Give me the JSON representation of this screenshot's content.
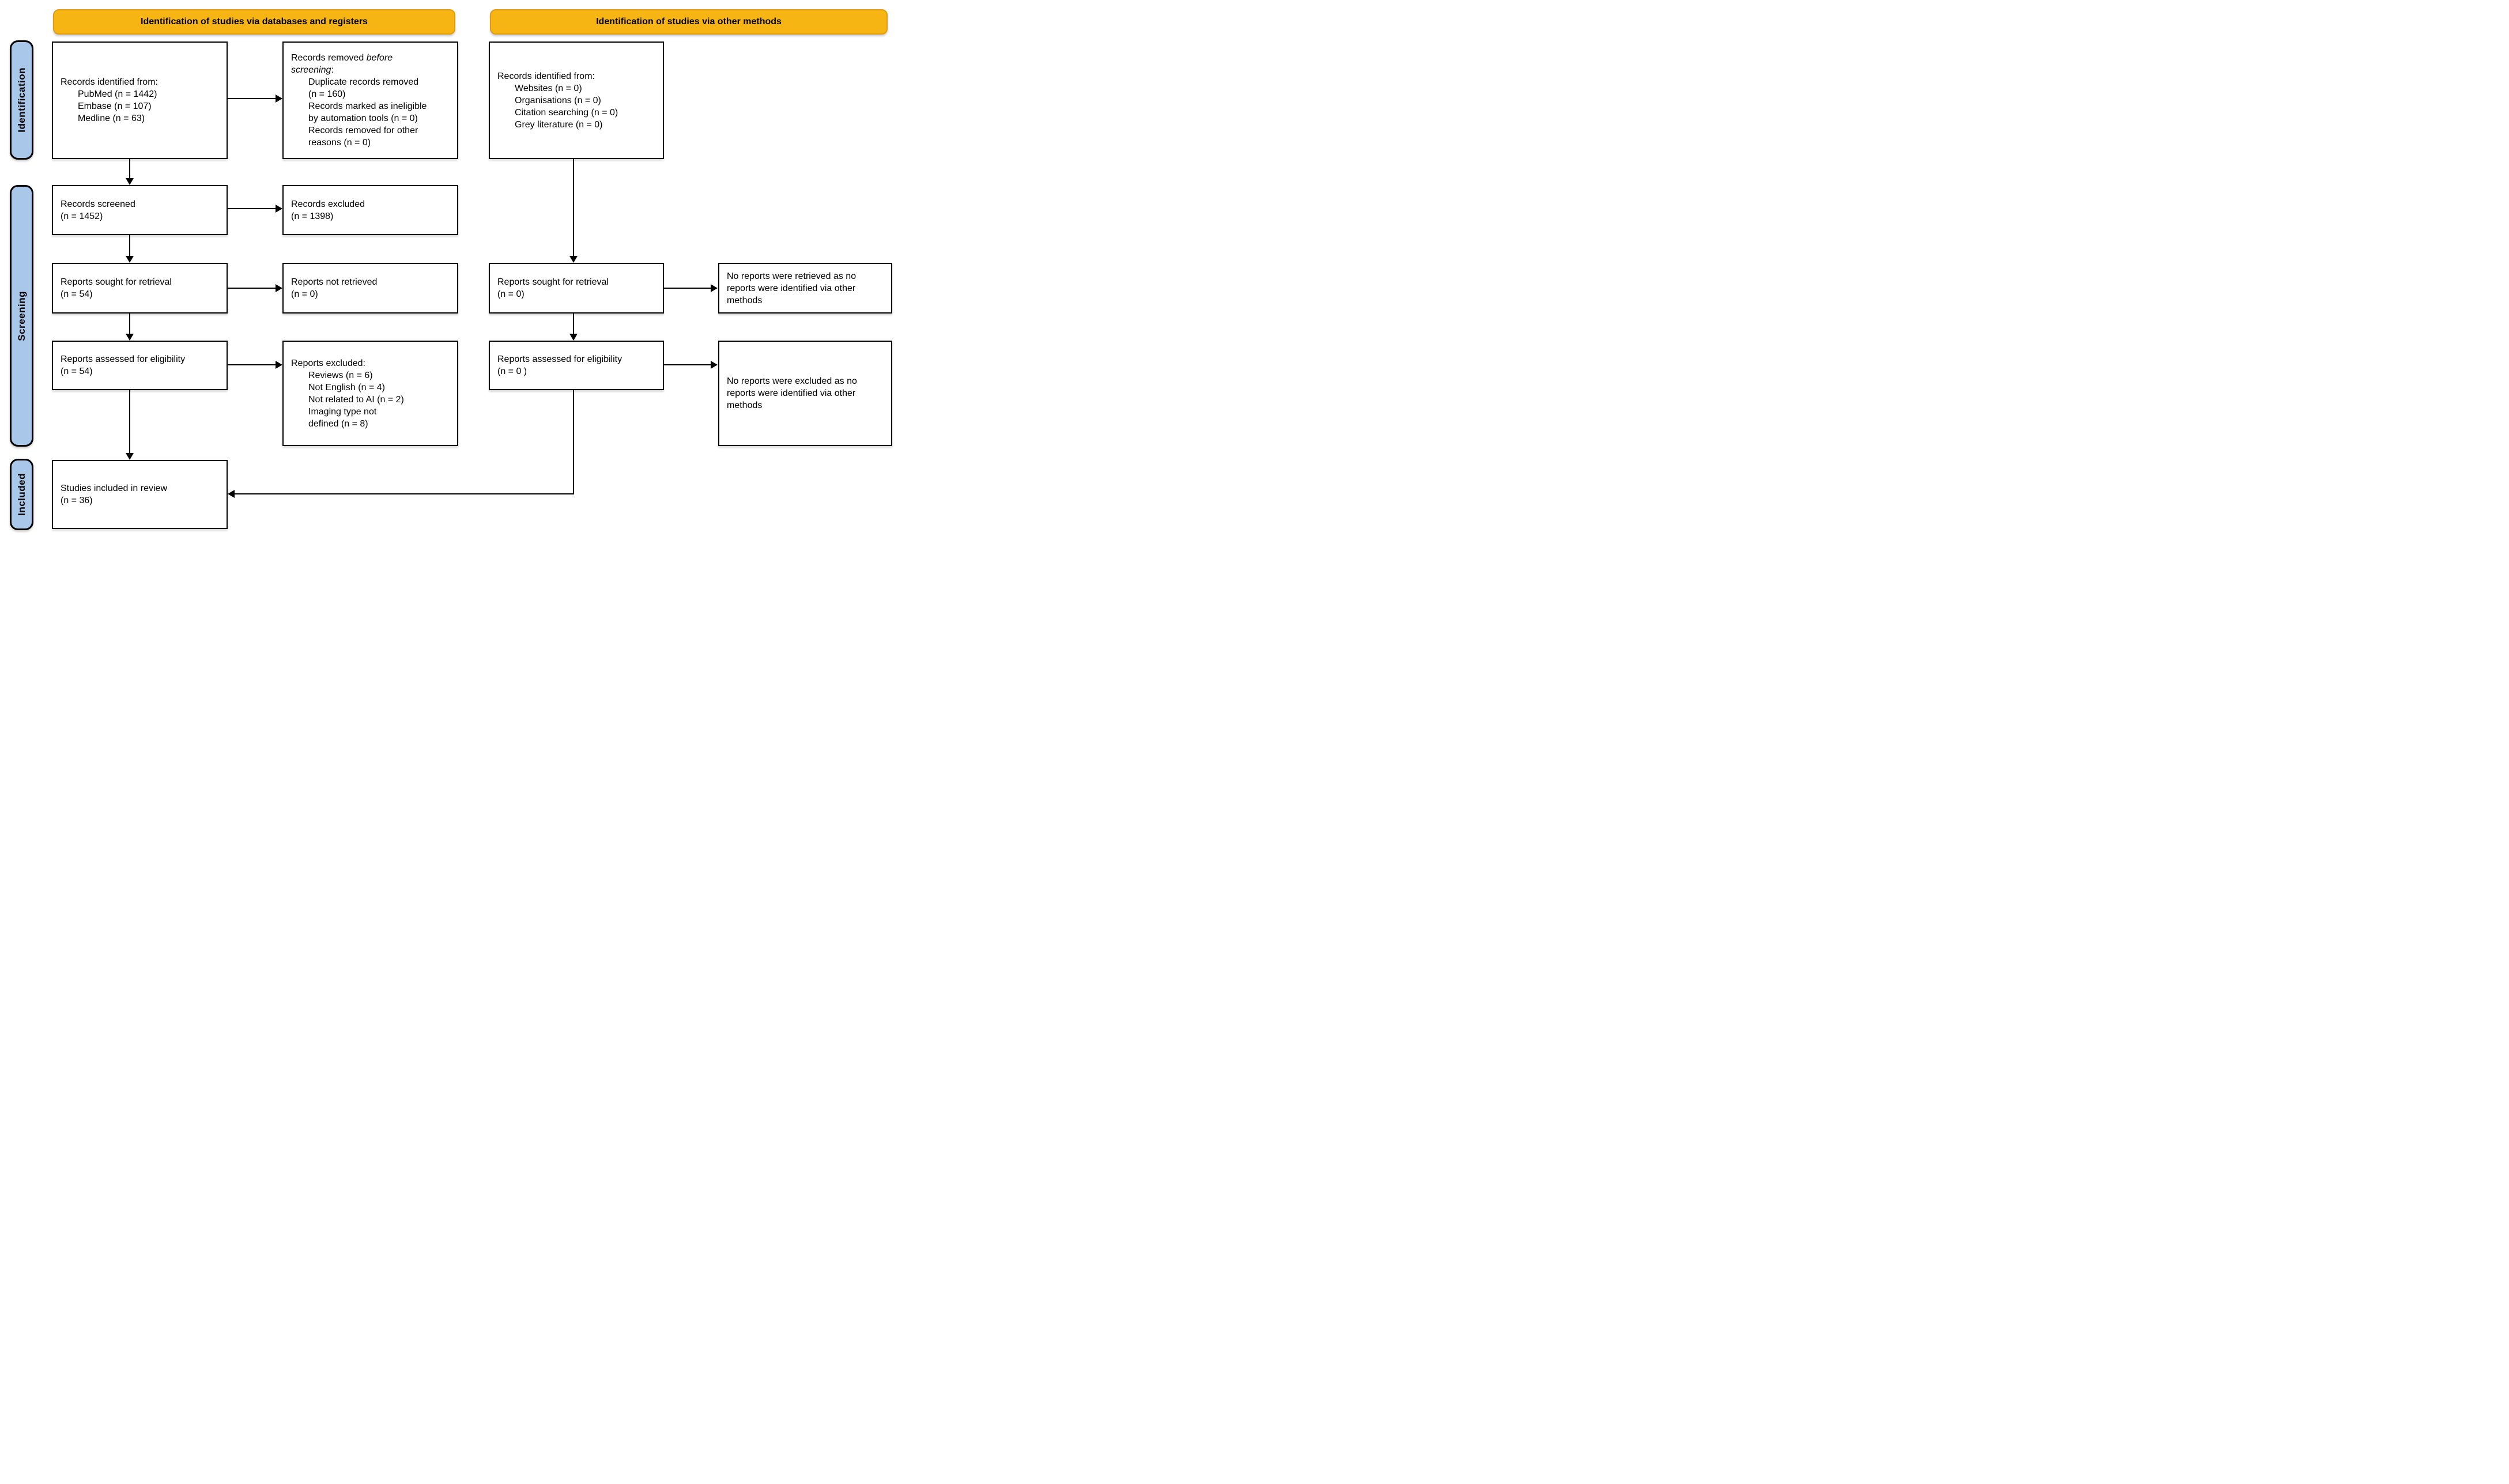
{
  "headers": {
    "databases": "Identification of studies via databases and registers",
    "other": "Identification of studies via other methods"
  },
  "stages": {
    "identification": "Identification",
    "screening": "Screening",
    "included": "Included"
  },
  "colors": {
    "header_fill": "#F7B514",
    "header_border": "#E09C10",
    "stage_fill": "#A9C7E8",
    "box_border": "#000000",
    "arrow": "#000000"
  },
  "boxes": {
    "records_identified_databases": {
      "lines": [
        {
          "indent": false,
          "parts": [
            {
              "text": "Records identified from:"
            }
          ]
        },
        {
          "indent": true,
          "parts": [
            {
              "text": "PubMed (n = 1442)"
            }
          ]
        },
        {
          "indent": true,
          "parts": [
            {
              "text": "Embase (n = 107)"
            }
          ]
        },
        {
          "indent": true,
          "parts": [
            {
              "text": "Medline (n = 63)"
            }
          ]
        }
      ]
    },
    "records_removed": {
      "lines": [
        {
          "indent": false,
          "parts": [
            {
              "text": "Records removed "
            },
            {
              "text": "before",
              "italic": true
            }
          ]
        },
        {
          "indent": false,
          "parts": [
            {
              "text": "screening",
              "italic": true
            },
            {
              "text": ":"
            }
          ]
        },
        {
          "indent": true,
          "parts": [
            {
              "text": "Duplicate records removed"
            }
          ]
        },
        {
          "indent": true,
          "parts": [
            {
              "text": "(n = 160)"
            }
          ]
        },
        {
          "indent": true,
          "parts": [
            {
              "text": "Records marked as ineligible"
            }
          ]
        },
        {
          "indent": true,
          "parts": [
            {
              "text": "by automation tools (n = 0)"
            }
          ]
        },
        {
          "indent": true,
          "parts": [
            {
              "text": "Records removed for other"
            }
          ]
        },
        {
          "indent": true,
          "parts": [
            {
              "text": "reasons (n = 0)"
            }
          ]
        }
      ]
    },
    "records_identified_other": {
      "lines": [
        {
          "indent": false,
          "parts": [
            {
              "text": "Records identified from:"
            }
          ]
        },
        {
          "indent": true,
          "parts": [
            {
              "text": "Websites (n = 0)"
            }
          ]
        },
        {
          "indent": true,
          "parts": [
            {
              "text": "Organisations (n = 0)"
            }
          ]
        },
        {
          "indent": true,
          "parts": [
            {
              "text": "Citation searching (n = 0)"
            }
          ]
        },
        {
          "indent": true,
          "parts": [
            {
              "text": "Grey literature (n = 0)"
            }
          ]
        }
      ]
    },
    "records_screened": {
      "lines": [
        {
          "indent": false,
          "parts": [
            {
              "text": "Records screened"
            }
          ]
        },
        {
          "indent": false,
          "parts": [
            {
              "text": "(n = 1452)"
            }
          ]
        }
      ]
    },
    "records_excluded": {
      "lines": [
        {
          "indent": false,
          "parts": [
            {
              "text": "Records excluded"
            }
          ]
        },
        {
          "indent": false,
          "parts": [
            {
              "text": "(n = 1398)"
            }
          ]
        }
      ]
    },
    "reports_sought_db": {
      "lines": [
        {
          "indent": false,
          "parts": [
            {
              "text": "Reports sought for retrieval"
            }
          ]
        },
        {
          "indent": false,
          "parts": [
            {
              "text": "(n = 54)"
            }
          ]
        }
      ]
    },
    "reports_not_retrieved": {
      "lines": [
        {
          "indent": false,
          "parts": [
            {
              "text": "Reports not retrieved"
            }
          ]
        },
        {
          "indent": false,
          "parts": [
            {
              "text": "(n = 0)"
            }
          ]
        }
      ]
    },
    "reports_sought_other": {
      "lines": [
        {
          "indent": false,
          "parts": [
            {
              "text": "Reports sought for retrieval"
            }
          ]
        },
        {
          "indent": false,
          "parts": [
            {
              "text": "(n = 0)"
            }
          ]
        }
      ]
    },
    "no_reports_retrieved": {
      "lines": [
        {
          "indent": false,
          "parts": [
            {
              "text": "No reports were retrieved as no"
            }
          ]
        },
        {
          "indent": false,
          "parts": [
            {
              "text": "reports were identified via other"
            }
          ]
        },
        {
          "indent": false,
          "parts": [
            {
              "text": "methods"
            }
          ]
        }
      ]
    },
    "reports_assessed_db": {
      "lines": [
        {
          "indent": false,
          "parts": [
            {
              "text": "Reports assessed for eligibility"
            }
          ]
        },
        {
          "indent": false,
          "parts": [
            {
              "text": "(n = 54)"
            }
          ]
        }
      ]
    },
    "reports_excluded_reasons": {
      "lines": [
        {
          "indent": false,
          "parts": [
            {
              "text": "Reports excluded:"
            }
          ]
        },
        {
          "indent": true,
          "parts": [
            {
              "text": "Reviews (n = 6)"
            }
          ]
        },
        {
          "indent": true,
          "parts": [
            {
              "text": "Not English (n = 4)"
            }
          ]
        },
        {
          "indent": true,
          "parts": [
            {
              "text": "Not related to AI (n = 2)"
            }
          ]
        },
        {
          "indent": true,
          "parts": [
            {
              "text": "Imaging type not"
            }
          ]
        },
        {
          "indent": true,
          "parts": [
            {
              "text": "defined (n = 8)"
            }
          ]
        }
      ]
    },
    "reports_assessed_other": {
      "lines": [
        {
          "indent": false,
          "parts": [
            {
              "text": "Reports assessed for eligibility"
            }
          ]
        },
        {
          "indent": false,
          "parts": [
            {
              "text": "(n = 0 )"
            }
          ]
        }
      ]
    },
    "no_reports_excluded": {
      "lines": [
        {
          "indent": false,
          "parts": [
            {
              "text": "No reports were excluded as no"
            }
          ]
        },
        {
          "indent": false,
          "parts": [
            {
              "text": "reports were identified via other"
            }
          ]
        },
        {
          "indent": false,
          "parts": [
            {
              "text": "methods"
            }
          ]
        }
      ]
    },
    "studies_included": {
      "lines": [
        {
          "indent": false,
          "parts": [
            {
              "text": "Studies included in review"
            }
          ]
        },
        {
          "indent": false,
          "parts": [
            {
              "text": "(n = 36)"
            }
          ]
        }
      ]
    }
  }
}
